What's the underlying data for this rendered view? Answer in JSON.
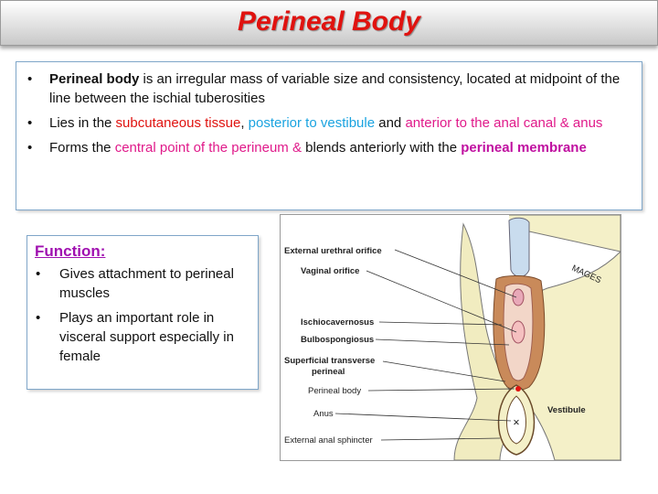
{
  "title": "Perineal Body",
  "top_box": {
    "b1_bold": "Perineal body",
    "b1_text": " is an irregular mass of variable size and consistency, located at midpoint of the line between the ischial tuberosities",
    "b2_pre": "Lies in the ",
    "b2_red": "subcutaneous tissue",
    "b2_comma": ", ",
    "b2_cyan": "posterior to vestibule",
    "b2_and": " and ",
    "b2_mag": "anterior to the anal canal & anus",
    "b3_pre": "Forms the ",
    "b3_mag": "central point of the perineum  & ",
    "b3_mid": "blends anteriorly with the ",
    "b3_magb": "perineal membrane"
  },
  "function_box": {
    "title": "Function:",
    "items": [
      "Gives attachment to perineal muscles",
      "Plays an important role in visceral support especially in female"
    ]
  },
  "figure": {
    "labels": {
      "ext_urethral": "External urethral orifice",
      "vaginal": "Vaginal orifice",
      "ischio": "Ischiocavernosus",
      "bulbo": "Bulbospongiosus",
      "superficial_1": "Superficial transverse",
      "superficial_2": "perineal",
      "perineal_body": "Perineal body",
      "anus": "Anus",
      "ext_anal": "External anal sphincter",
      "vestibule": "Vestibule",
      "signature": "MAGES"
    }
  }
}
